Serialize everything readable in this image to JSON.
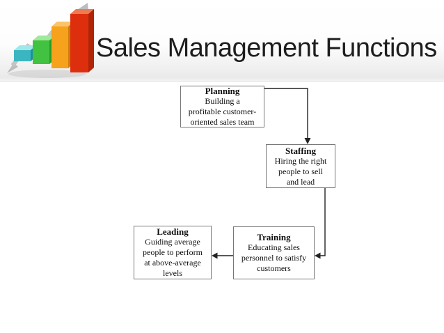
{
  "slide": {
    "title": "Sales Management Functions",
    "title_color": "#1d1d1d"
  },
  "logo": {
    "icon": "bar-chart-logo",
    "bar_colors": [
      "#3ab6c0",
      "#41c341",
      "#f6a21c",
      "#dd2f0e"
    ],
    "arrow_color": "#c4c4c4"
  },
  "diagram": {
    "box_border_color": "#777777",
    "connector_color": "#222222",
    "boxes": [
      {
        "id": "planning",
        "heading": "Planning",
        "body": "Building a\nprofitable customer-\noriented sales team"
      },
      {
        "id": "staffing",
        "heading": "Staffing",
        "body": "Hiring the right\npeople to sell\nand lead"
      },
      {
        "id": "training",
        "heading": "Training",
        "body": "Educating sales\npersonnel to satisfy\ncustomers"
      },
      {
        "id": "leading",
        "heading": "Leading",
        "body": "Guiding average\npeople to perform\nat above-average\nlevels"
      }
    ],
    "connections": [
      {
        "from": "planning",
        "to": "staffing"
      },
      {
        "from": "staffing",
        "to": "training"
      },
      {
        "from": "training",
        "to": "leading"
      }
    ]
  }
}
